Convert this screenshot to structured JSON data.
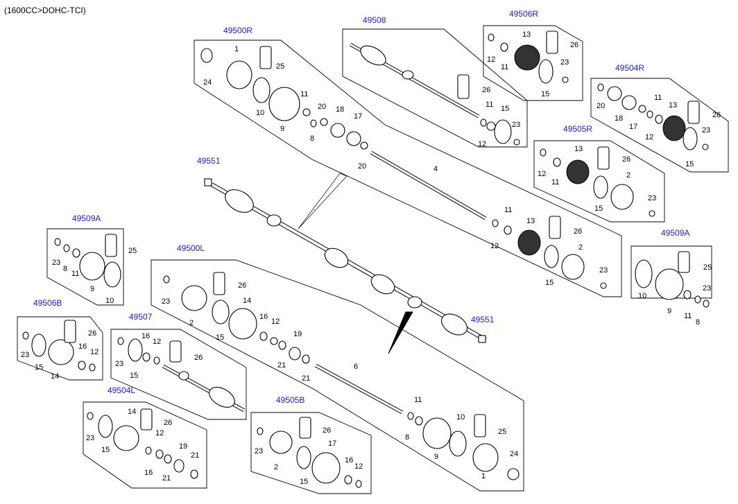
{
  "header": "(1600CC>DOHC-TCI)",
  "groups": {
    "g49500R": "49500R",
    "g49508": "49508",
    "g49506R": "49506R",
    "g49504R": "49504R",
    "g49505R": "49505R",
    "g49551a": "49551",
    "g49551b": "49551",
    "g49509Aleft": "49509A",
    "g49509Aright": "49509A",
    "g49500L": "49500L",
    "g49506B": "49506B",
    "g49507": "49507",
    "g49504L": "49504L",
    "g49505B": "49505B"
  },
  "labels": {
    "a1": "1",
    "a24": "24",
    "a25": "25",
    "a10": "10",
    "a9": "9",
    "a11": "11",
    "a20": "20",
    "a8": "8",
    "a18": "18",
    "a17": "17",
    "a20b": "20",
    "a4": "4",
    "b26": "26",
    "b11": "11",
    "b15": "15",
    "b12": "12",
    "b23": "23",
    "c13": "13",
    "c26": "26",
    "c12": "12",
    "c11": "11",
    "c23": "23",
    "c15": "15",
    "d20": "20",
    "d11": "11",
    "d18": "18",
    "d17": "17",
    "d12": "12",
    "d13": "13",
    "d26": "26",
    "d23": "23",
    "d15": "15",
    "e13": "13",
    "e26": "26",
    "e12": "12",
    "e11": "11",
    "e2": "2",
    "e15": "15",
    "e23": "23",
    "f11": "11",
    "f13": "13",
    "f26": "26",
    "f12": "12",
    "f2": "2",
    "f15": "15",
    "f23": "23",
    "g25": "25",
    "g23": "23",
    "g8": "8",
    "g11": "11",
    "g9": "9",
    "g10": "10",
    "h25": "25",
    "h10": "10",
    "h23": "23",
    "h9": "9",
    "h11": "11",
    "h8": "8",
    "i26": "26",
    "i23": "23",
    "i14": "14",
    "i2": "2",
    "i15": "15",
    "i16": "16",
    "i12": "12",
    "i19": "19",
    "i21": "21",
    "i21b": "21",
    "i6": "6",
    "j26": "26",
    "j23": "23",
    "j16": "16",
    "j12": "12",
    "j15": "15",
    "j14": "14",
    "k16": "16",
    "k12": "12",
    "k26": "26",
    "k23": "23",
    "k15": "15",
    "l14": "14",
    "l26": "26",
    "l23": "23",
    "l12": "12",
    "l15": "15",
    "l19": "19",
    "l16": "16",
    "l21": "21",
    "l21b": "21",
    "m26": "26",
    "m23": "23",
    "m17": "17",
    "m2": "2",
    "m15": "15",
    "m16": "16",
    "m12": "12",
    "n11": "11",
    "n10": "10",
    "n25": "25",
    "n8": "8",
    "n9": "9",
    "n24": "24",
    "n1": "1"
  }
}
